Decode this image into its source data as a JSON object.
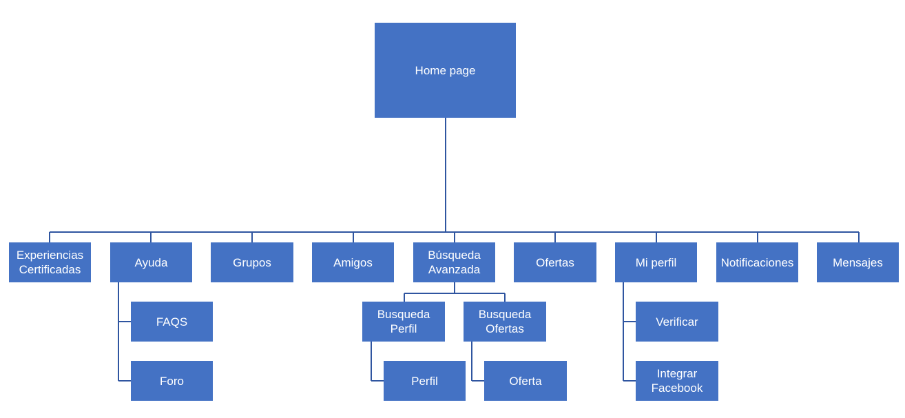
{
  "diagram": {
    "root": "Home page",
    "level1": [
      "Experiencias Certificadas",
      "Ayuda",
      "Grupos",
      "Amigos",
      "Búsqueda Avanzada",
      "Ofertas",
      "Mi perfil",
      "Notificaciones",
      "Mensajes"
    ],
    "ayuda_children": [
      "FAQS",
      "Foro"
    ],
    "busqueda_children": [
      {
        "label": "Busqueda Perfil",
        "child": "Perfil"
      },
      {
        "label": "Busqueda Ofertas",
        "child": "Oferta"
      }
    ],
    "mi_perfil_children": [
      "Verificar",
      "Integrar Facebook"
    ]
  },
  "colors": {
    "box_fill": "#4472c4",
    "connector": "#2f55a0",
    "text": "#ffffff"
  }
}
